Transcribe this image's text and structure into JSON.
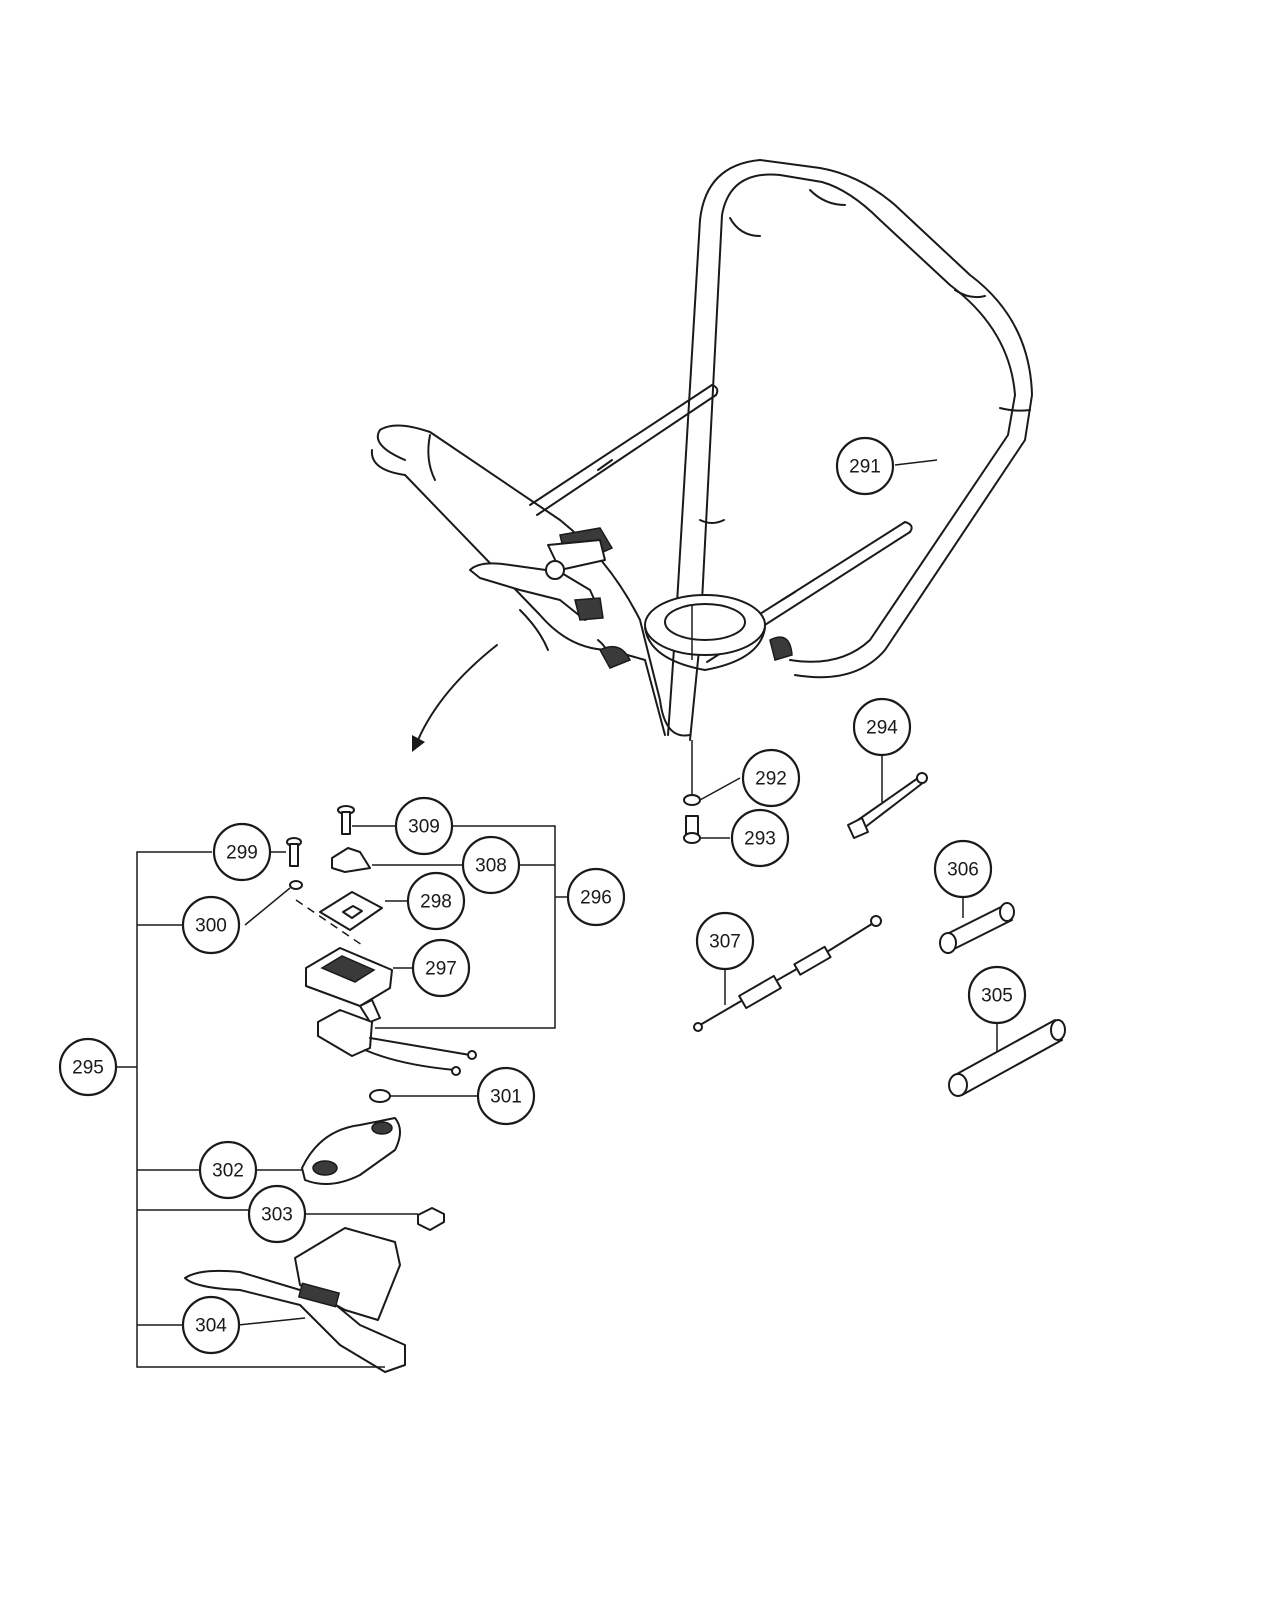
{
  "callouts": [
    {
      "id": "291",
      "label": "291"
    },
    {
      "id": "292",
      "label": "292"
    },
    {
      "id": "293",
      "label": "293"
    },
    {
      "id": "294",
      "label": "294"
    },
    {
      "id": "295",
      "label": "295"
    },
    {
      "id": "296",
      "label": "296"
    },
    {
      "id": "297",
      "label": "297"
    },
    {
      "id": "298",
      "label": "298"
    },
    {
      "id": "299",
      "label": "299"
    },
    {
      "id": "300",
      "label": "300"
    },
    {
      "id": "301",
      "label": "301"
    },
    {
      "id": "302",
      "label": "302"
    },
    {
      "id": "303",
      "label": "303"
    },
    {
      "id": "304",
      "label": "304"
    },
    {
      "id": "305",
      "label": "305"
    },
    {
      "id": "306",
      "label": "306"
    },
    {
      "id": "307",
      "label": "307"
    },
    {
      "id": "308",
      "label": "308"
    },
    {
      "id": "309",
      "label": "309"
    }
  ],
  "colors": {
    "line": "#1a1a1a",
    "background": "#ffffff"
  }
}
